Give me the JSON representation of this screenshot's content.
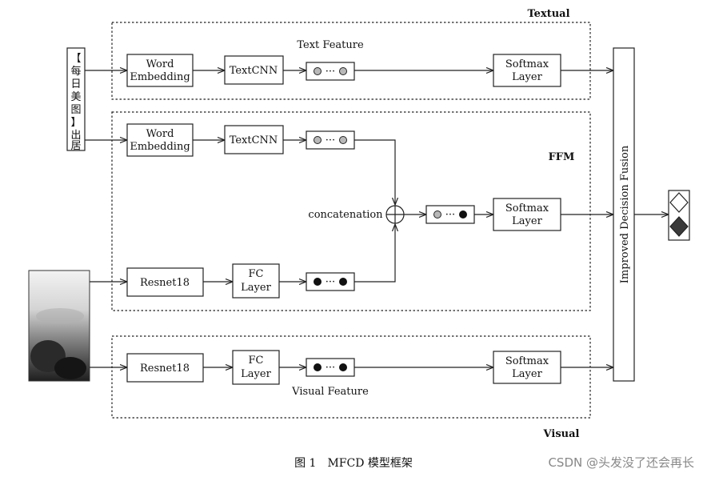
{
  "sections": {
    "textual": "Textual",
    "ffm": "FFM",
    "visual": "Visual"
  },
  "labels": {
    "text_feature": "Text Feature",
    "visual_feature": "Visual Feature",
    "concatenation": "concatenation",
    "fusion": "Improved Decision Fusion"
  },
  "input_text": {
    "lines": [
      "【",
      "每",
      "日",
      "美",
      "图",
      "】",
      "出",
      "居"
    ]
  },
  "blocks": {
    "word_embedding": [
      "Word",
      "Embedding"
    ],
    "textcnn": "TextCNN",
    "softmax": [
      "Softmax",
      "Layer"
    ],
    "resnet": "Resnet18",
    "fc": [
      "FC",
      "Layer"
    ],
    "vector_dots": "···"
  },
  "caption": "图 1　MFCD 模型框架",
  "watermark": "CSDN @头发没了还会再长",
  "colors": {
    "gray_dot": "#b8b8b8",
    "black_dot": "#111111",
    "output_dark": "#3a3a3a"
  }
}
